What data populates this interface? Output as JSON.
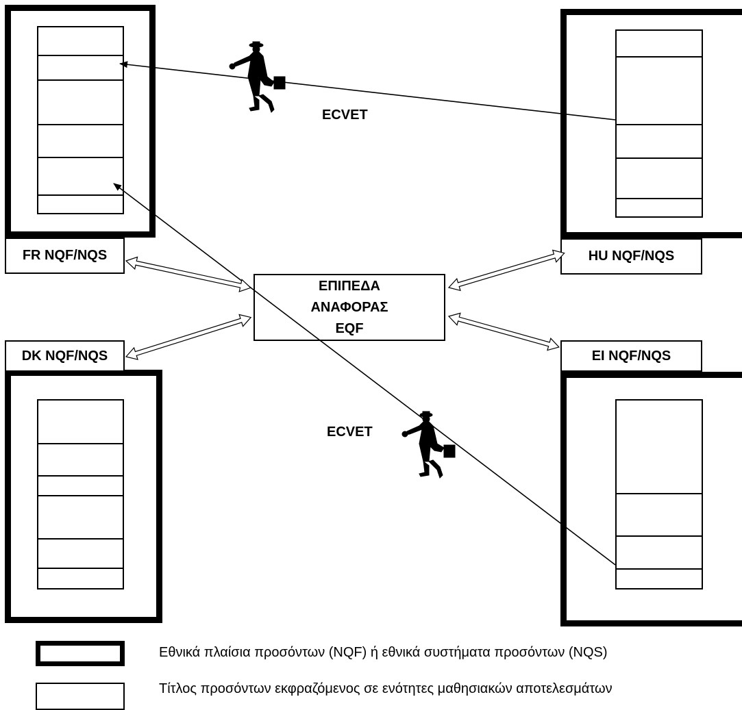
{
  "frameworks": {
    "fr": {
      "label": "FR NQF/NQS"
    },
    "hu": {
      "label": "HU NQF/NQS"
    },
    "dk": {
      "label": "DK NQF/NQS"
    },
    "ei": {
      "label": "EI NQF/NQS"
    }
  },
  "eqf_box": {
    "lines": [
      "ΕΠΙΠΕΔΑ",
      "ΑΝΑΦΟΡΑΣ",
      "EQF"
    ]
  },
  "ecvet_labels": [
    "ECVET",
    "ECVET"
  ],
  "legend": {
    "items": [
      {
        "text": "Εθνικά πλαίσια προσόντων (NQF) ή εθνικά συστήματα προσόντων (NQS)"
      },
      {
        "text": "Τίτλος προσόντων εκφραζόμενος σε ενότητες μαθησιακών αποτελεσμάτων"
      }
    ]
  }
}
